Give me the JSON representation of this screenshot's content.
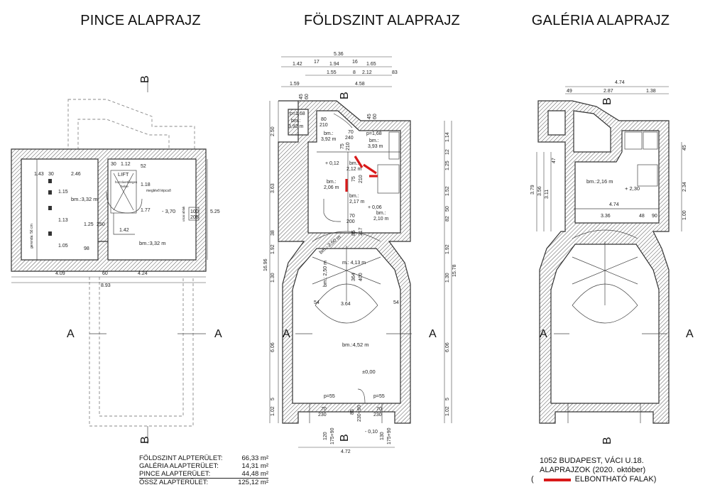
{
  "titles": {
    "cellar": "PINCE ALAPRAJZ",
    "ground": "FÖLDSZINT ALAPRAJZ",
    "gallery": "GALÉRIA ALAPRAJZ"
  },
  "section_marks": {
    "a": "A",
    "b": "B"
  },
  "cellar": {
    "dims": {
      "d143": "1.43",
      "d30a": "30",
      "d246": "2.46",
      "d30b": "30",
      "d112": "1.12",
      "d52": "52",
      "d118": "1.18",
      "d115": "1.15",
      "d177": "1.77",
      "d113": "1.13",
      "d125": "1.25",
      "d250": "250",
      "d142": "1.42",
      "d105": "1.05",
      "d98": "98",
      "d409": "4.09",
      "d60": "60",
      "d424": "4.24",
      "d893": "8.93",
      "d525": "5.25",
      "d100": "100",
      "d205": "205"
    },
    "rooms": {
      "bm_left": "bm.:3,32 m",
      "bm_right": "bm.:3,32 m",
      "level": "- 3,70",
      "lift": "LIFT",
      "lift_note": "hozzávetőleges",
      "lift_note2": "helye",
      "stairs": "meglévő lépcső",
      "gerenda": "gerenda: 56 cm",
      "utcai": "utcai ablak"
    }
  },
  "ground": {
    "dims": {
      "d536": "5.36",
      "d142": "1.42",
      "d17": "17",
      "d194": "1.94",
      "d16": "16",
      "d165": "1.65",
      "d155": "1.55",
      "d8": "8",
      "d212": "2.12",
      "d83": "83",
      "d159": "1.59",
      "d458": "4.58",
      "d45": "45",
      "d60": "60",
      "d45b": "45",
      "d60b": "60",
      "d250": "2.50",
      "d363": "3.63",
      "d38": "38",
      "d192": "1.92",
      "d130": "1.30",
      "d606": "6.06",
      "d5": "5",
      "d102": "1.02",
      "d1696": "16.96",
      "d114": "1.14",
      "d12": "12",
      "d125": "1.25",
      "d152": "1.52",
      "d50": "50",
      "d82": "82",
      "d192b": "1.92",
      "d130b": "1.30",
      "d606b": "6.06",
      "d5b": "5",
      "d102b": "1.02",
      "d1578": "15.78",
      "d80": "80",
      "d210": "210",
      "d70": "70",
      "d240": "240",
      "d75": "75",
      "d210b": "210",
      "d75b": "75",
      "d210c": "210",
      "d70b": "70",
      "d200": "200",
      "d85": "85",
      "d217": "217",
      "d364": "364",
      "d400": "400",
      "d54": "54",
      "d54b": "54",
      "d364b": "3.64",
      "d70c": "70",
      "d230": "230",
      "d85b": "85",
      "d230b": "230+90",
      "d70d": "70",
      "d230c": "230",
      "d120": "120",
      "d175": "175+90",
      "d130c": "130",
      "d175b": "175+90",
      "d472": "4.72"
    },
    "rooms": {
      "p168": "p=1,68",
      "bm392a": "bm.:",
      "bm392a2": "3,92 m",
      "bm392b": "bm.:",
      "bm392b2": "3,92 m",
      "p168b": "p=1,68",
      "bm393": "bm.:",
      "bm393b": "3,93 m",
      "lvl012": "+ 0,12",
      "bm212": "bm.:",
      "bm212b": "2,12 m",
      "bm206": "bm.:",
      "bm206b": "2,06 m",
      "bm217": "bm.:",
      "bm217b": "2,17 m",
      "lvl006": "+ 0,06",
      "bm210": "bm.:",
      "bm210b": "2,10 m",
      "bm250": "bm.: 2,50 m",
      "bm413": "m.: 4,13 m",
      "bm452": "bm.:4,52 m",
      "lvl000": "±0,00",
      "p55a": "p=55",
      "p55b": "p=55",
      "lvl010": "- 0,10"
    }
  },
  "gallery": {
    "dims": {
      "d474": "4.74",
      "d49": "49",
      "d287": "2.87",
      "d138": "1.38",
      "d45": "45",
      "d47": "47",
      "d379": "3.79",
      "d356": "3.56",
      "d311": "3.11",
      "d234": "2.34",
      "d100": "1.00",
      "d474b": "4.74",
      "d336": "3.36",
      "d48": "48",
      "d90": "90"
    },
    "rooms": {
      "bm216": "bm.:2,16 m",
      "lvl230": "+ 2,30"
    }
  },
  "areas": [
    {
      "label": "FÖLDSZINT ALPTERÜLET:",
      "value": "66,33 m²"
    },
    {
      "label": "GALÉRIA ALAPTERÜLET:",
      "value": "14,31 m²"
    },
    {
      "label": "PINCE ALAPTERÜLET:",
      "value": "44,48 m²"
    },
    {
      "label": "ÖSSZ ALAPTERÜLET:",
      "value": "125,12 m²"
    }
  ],
  "address": {
    "line1": "1052 BUDAPEST, VÁCI U.18.",
    "line2": "ALAPRAJZOK (2020. október)",
    "legend_open": "(",
    "legend_label": "ELBONTHATÓ FALAK)"
  },
  "colors": {
    "removable_walls": "#d91a1a",
    "walls": "#333333"
  }
}
